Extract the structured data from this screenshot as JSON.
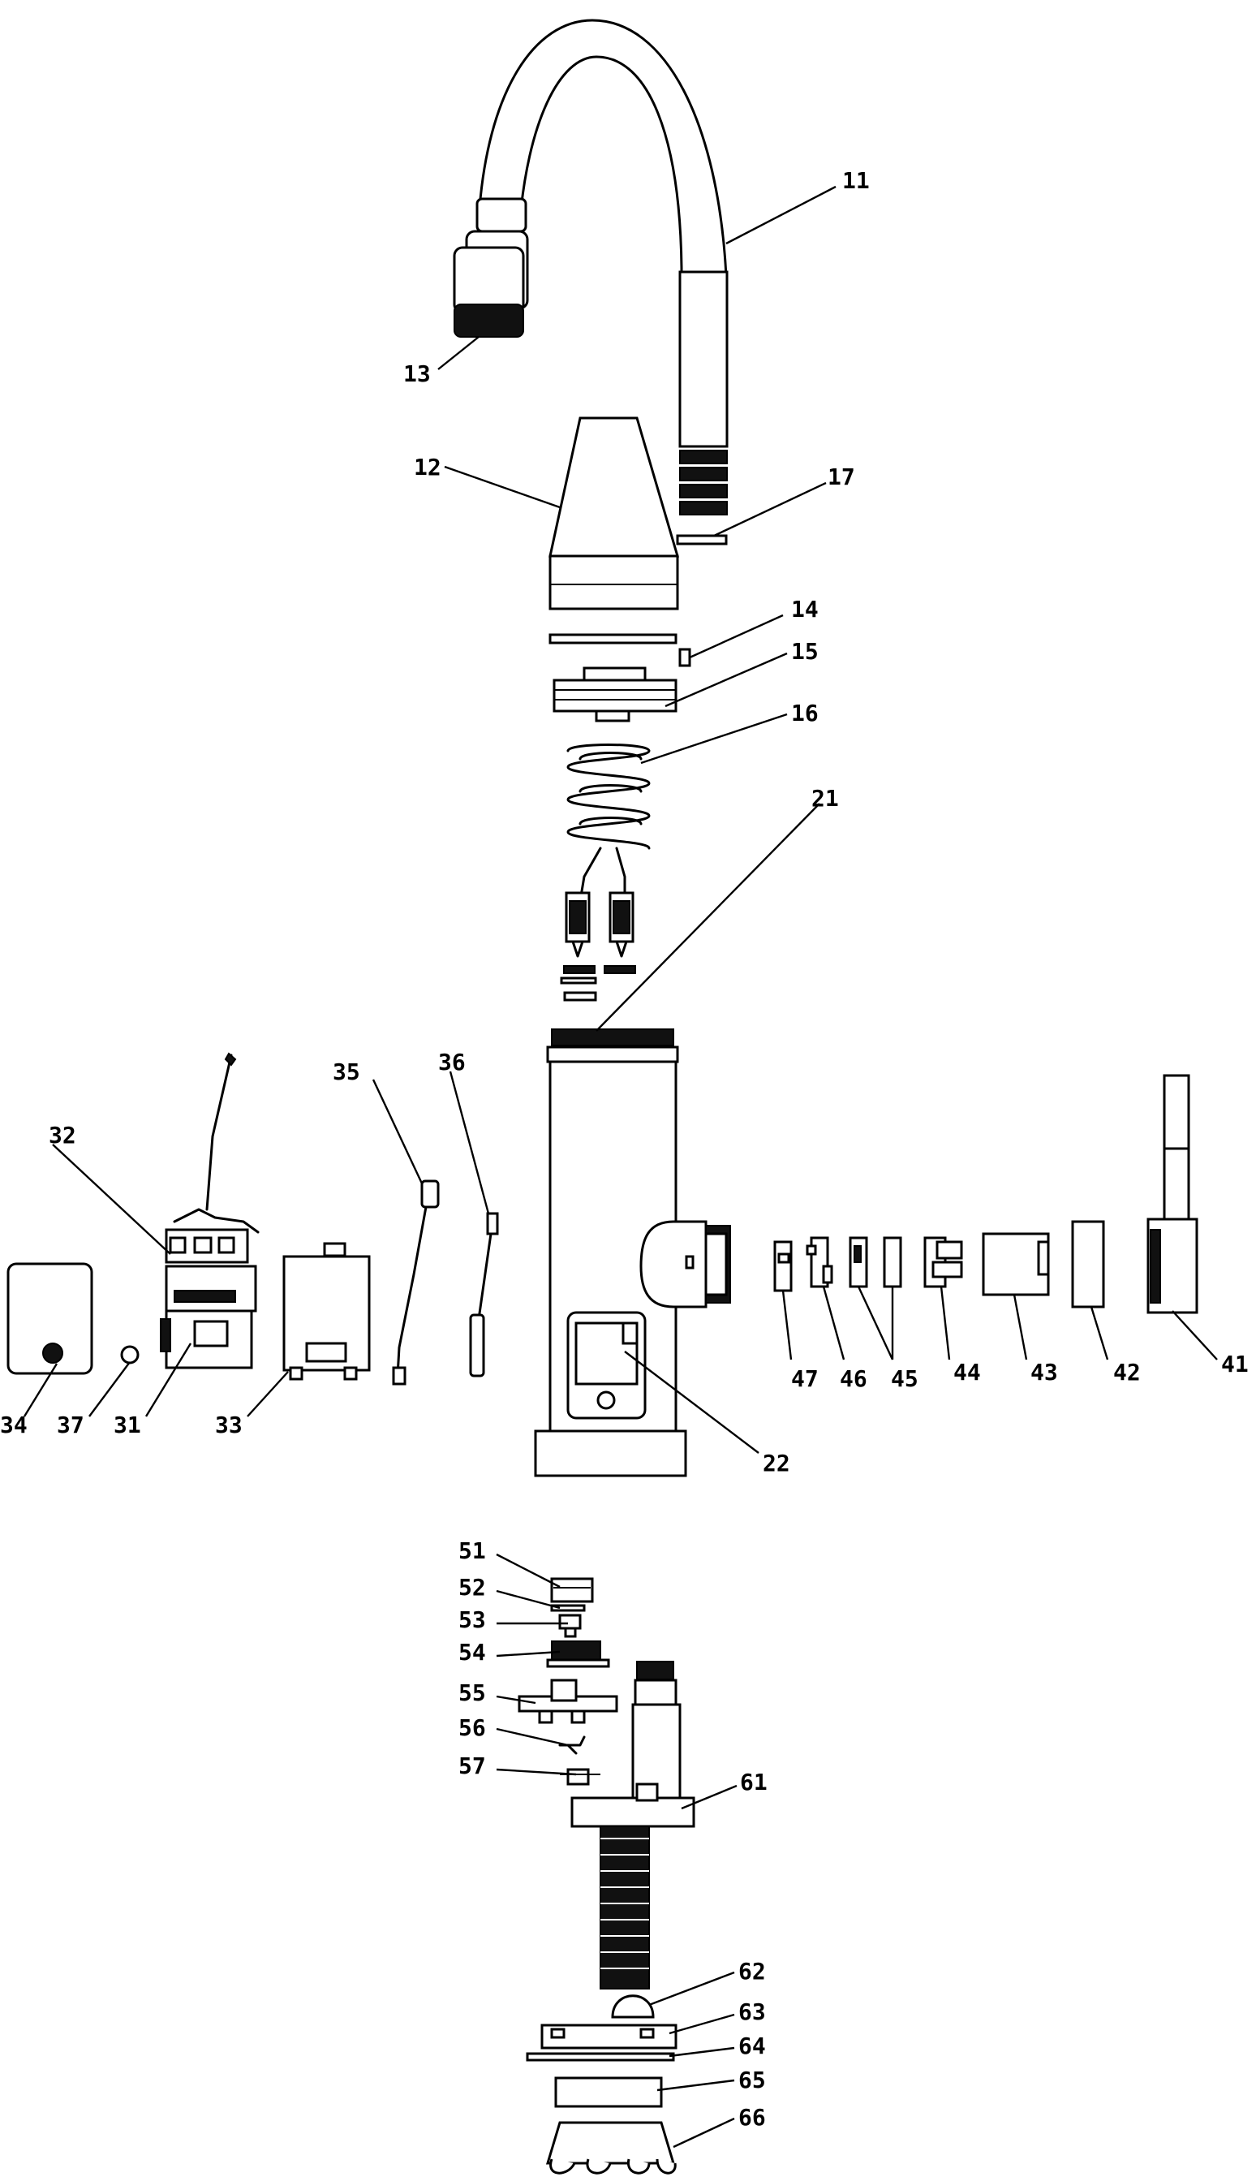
{
  "diagram": {
    "type": "exploded-view-patent-drawing",
    "labels": {
      "l11": "11",
      "l12": "12",
      "l13": "13",
      "l14": "14",
      "l15": "15",
      "l16": "16",
      "l17": "17",
      "l21": "21",
      "l22": "22",
      "l31": "31",
      "l32": "32",
      "l33": "33",
      "l34": "34",
      "l35": "35",
      "l36": "36",
      "l37": "37",
      "l41": "41",
      "l42": "42",
      "l43": "43",
      "l44": "44",
      "l45": "45",
      "l46": "46",
      "l47": "47",
      "l51": "51",
      "l52": "52",
      "l53": "53",
      "l54": "54",
      "l55": "55",
      "l56": "56",
      "l57": "57",
      "l61": "61",
      "l62": "62",
      "l63": "63",
      "l64": "64",
      "l65": "65",
      "l66": "66"
    },
    "colors": {
      "line": "#000000",
      "background": "#ffffff"
    }
  }
}
